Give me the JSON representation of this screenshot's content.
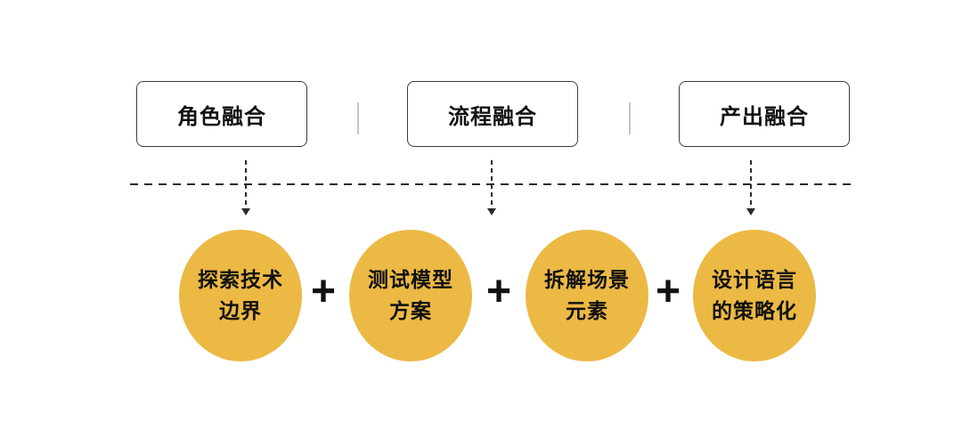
{
  "diagram": {
    "top_boxes": [
      {
        "label": "角色融合"
      },
      {
        "label": "流程融合"
      },
      {
        "label": "产出融合"
      }
    ],
    "circles": [
      {
        "label": "探索技术\n边界"
      },
      {
        "label": "测试模型\n方案"
      },
      {
        "label": "拆解场景\n元素"
      },
      {
        "label": "设计语言\n的策略化"
      }
    ],
    "plus_sign": "+",
    "colors": {
      "circle_fill": "#ECB944",
      "box_border": "#3C3C3C",
      "dash": "#2B2B2B",
      "divider": "#C6C6C6",
      "text": "#111111",
      "background": "#FFFFFF"
    }
  }
}
